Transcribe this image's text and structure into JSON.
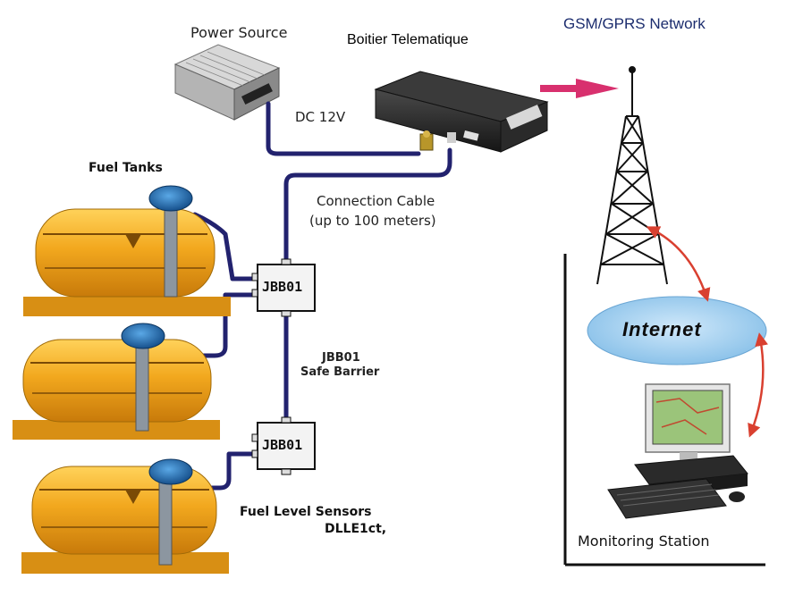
{
  "labels": {
    "power_source": "Power Source",
    "telematics_box": "Boitier Telematique",
    "network": "GSM/GPRS Network",
    "dc_voltage": "DC 12V",
    "cable_line1": "Connection Cable",
    "cable_line2": "(up to 100 meters)",
    "fuel_tanks": "Fuel Tanks",
    "junction_box_1": "JBB01",
    "junction_box_2": "JBB01",
    "barrier_line1": "JBB01",
    "barrier_line2": "Safe Barrier",
    "sensors_line1": "Fuel Level Sensors",
    "sensors_line2": "DLLE1ct,",
    "internet": "Internet",
    "monitoring_station": "Monitoring Station"
  },
  "colors": {
    "cable": "#22226e",
    "tank_body": "#f0a61c",
    "tank_shade": "#c97e0c",
    "sensor_cap": "#2a79c0",
    "sensor_rod": "#8c96a0",
    "signal_arrow": "#d8306e",
    "link_arrow": "#d94030",
    "internet_cloud": "#a8d2f0",
    "tower": "#111111"
  }
}
